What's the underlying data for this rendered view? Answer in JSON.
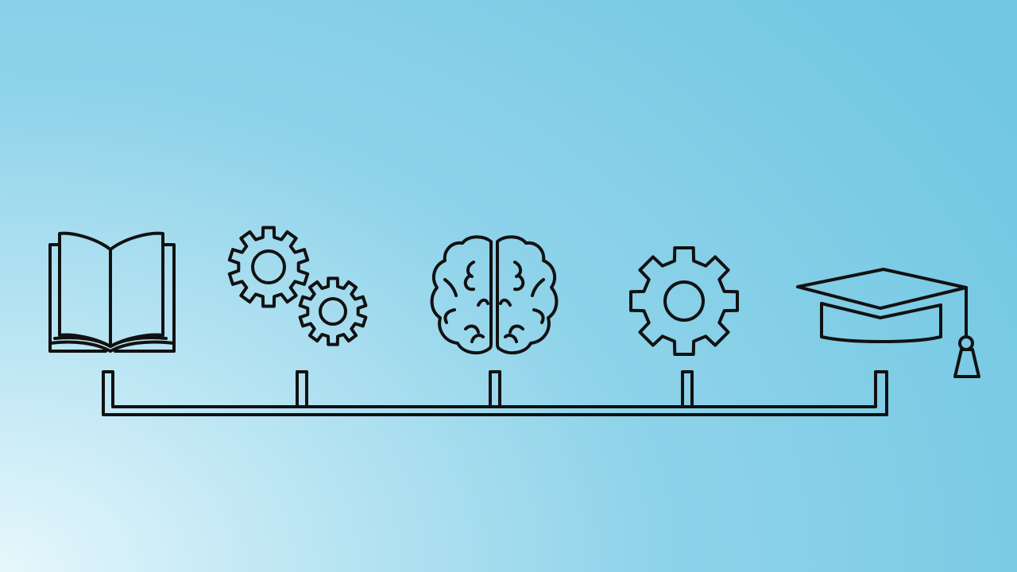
{
  "diagram": {
    "type": "learning-path-timeline",
    "background_gradient": [
      "#e6f7fc",
      "#b5e3f2",
      "#8fd3ea",
      "#72c7e3"
    ],
    "line_color": "#111111",
    "steps": [
      {
        "id": "book",
        "icon": "open-book-icon"
      },
      {
        "id": "gears",
        "icon": "gears-icon"
      },
      {
        "id": "brain",
        "icon": "brain-icon"
      },
      {
        "id": "gear",
        "icon": "gear-icon"
      },
      {
        "id": "cap",
        "icon": "graduation-cap-icon"
      }
    ]
  }
}
